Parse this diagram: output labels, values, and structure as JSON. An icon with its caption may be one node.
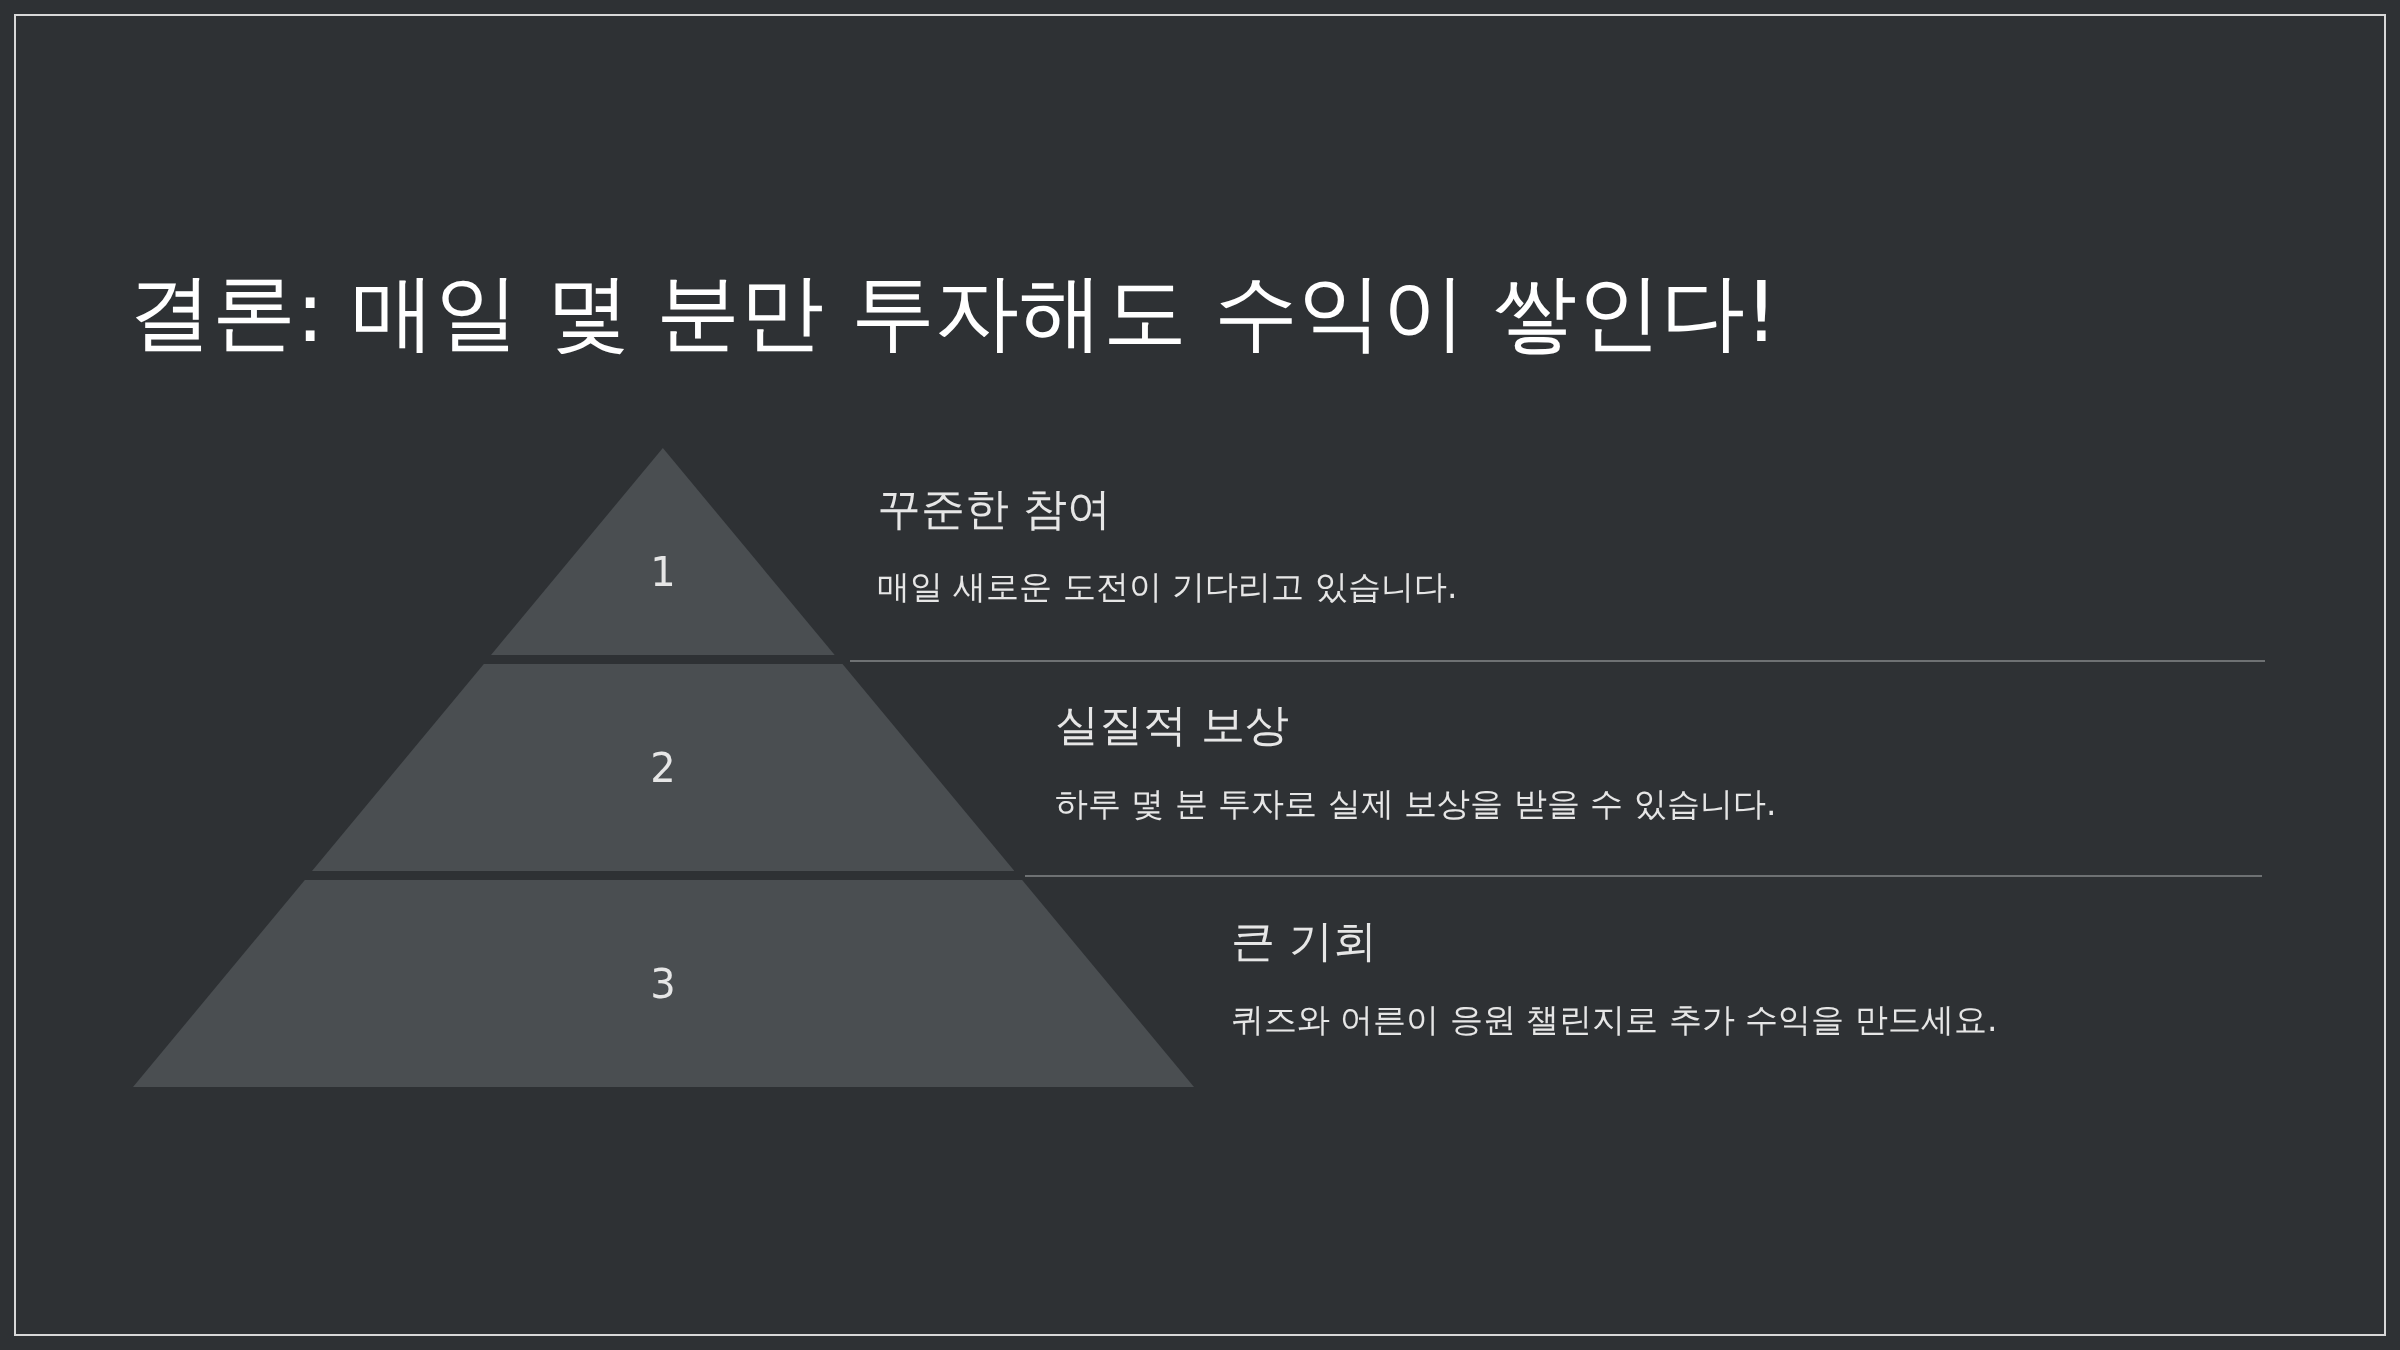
{
  "diagram": {
    "title": "결론: 매일 몇 분만 투자해도 수익이 쌓인다!",
    "nodes": [
      {
        "text": [
          "1"
        ],
        "beside": [
          "꾸준한 참여",
          "매일 새로운 도전이 기다리고 있습니다."
        ]
      },
      {
        "text": [
          "2"
        ],
        "beside": [
          "실질적 보상",
          "하루 몇 분 투자로 실제 보상을 받을 수 있습니다."
        ]
      },
      {
        "text": [
          "3"
        ],
        "beside": [
          "큰 기회",
          "퀴즈와 어른이 응원 챌린지로 추가 수익을 만드세요."
        ]
      }
    ],
    "edges": []
  }
}
